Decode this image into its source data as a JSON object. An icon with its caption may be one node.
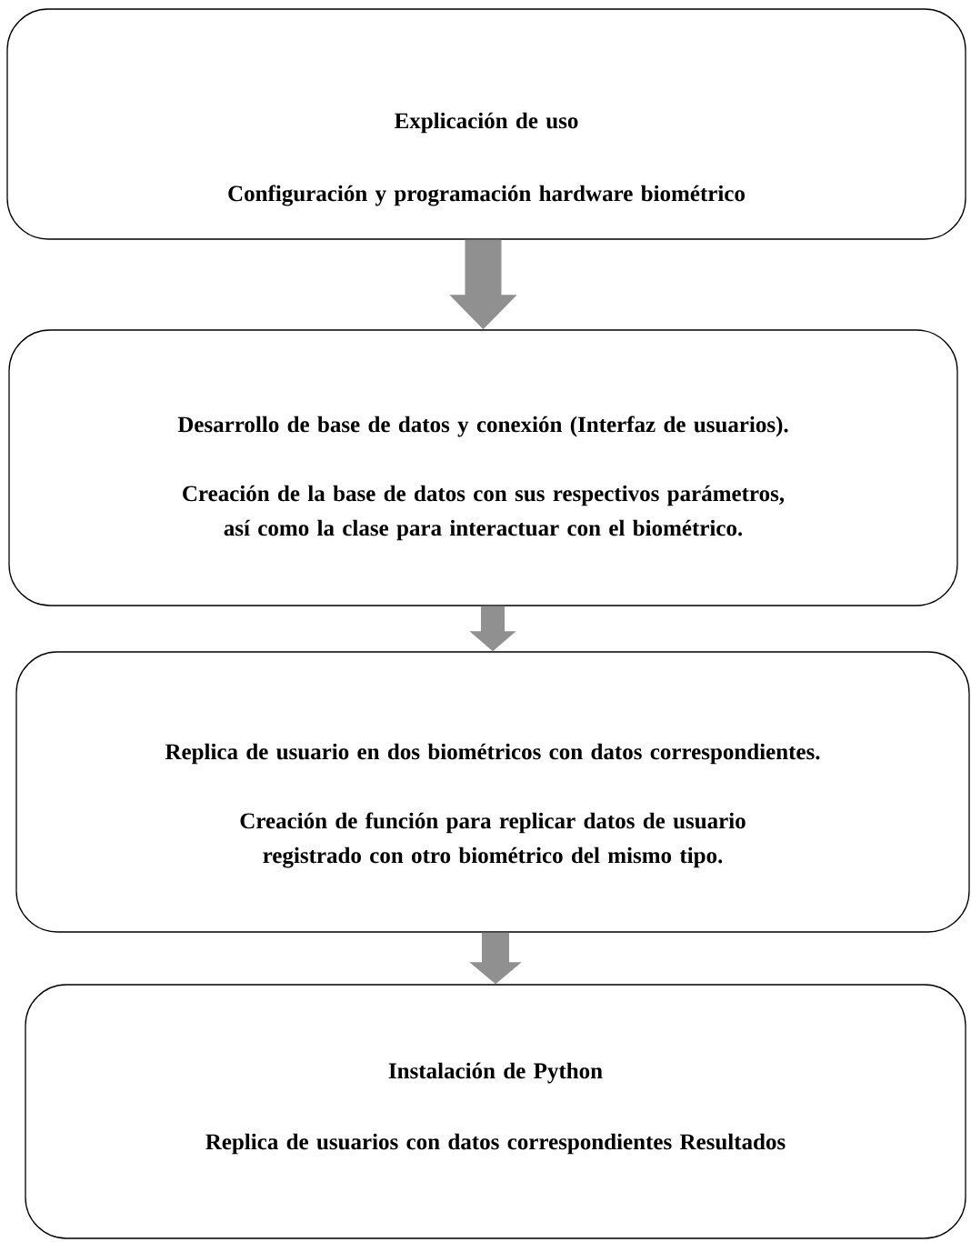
{
  "diagram": {
    "nodes": [
      {
        "text": [
          "Explicación de uso",
          "Configuración y programación hardware biométrico"
        ]
      },
      {
        "text": [
          "Desarrollo de base de datos y conexión (Interfaz de usuarios).",
          "Creación de la base de datos con sus respectivos parámetros, así como la clase para interactuar con el biométrico."
        ]
      },
      {
        "text": [
          "Replica de usuario en dos biométricos con datos correspondientes.",
          "Creación de función para replicar datos de usuario registrado con otro biométrico del mismo tipo."
        ]
      },
      {
        "text": [
          "Instalación de Python",
          "Replica de usuarios con datos correspondientes Resultados"
        ]
      }
    ],
    "edges": [
      {
        "from": 0,
        "to": 1,
        "arrow": "to"
      },
      {
        "from": 1,
        "to": 2,
        "arrow": "to"
      },
      {
        "from": 2,
        "to": 3,
        "arrow": "to"
      }
    ]
  }
}
